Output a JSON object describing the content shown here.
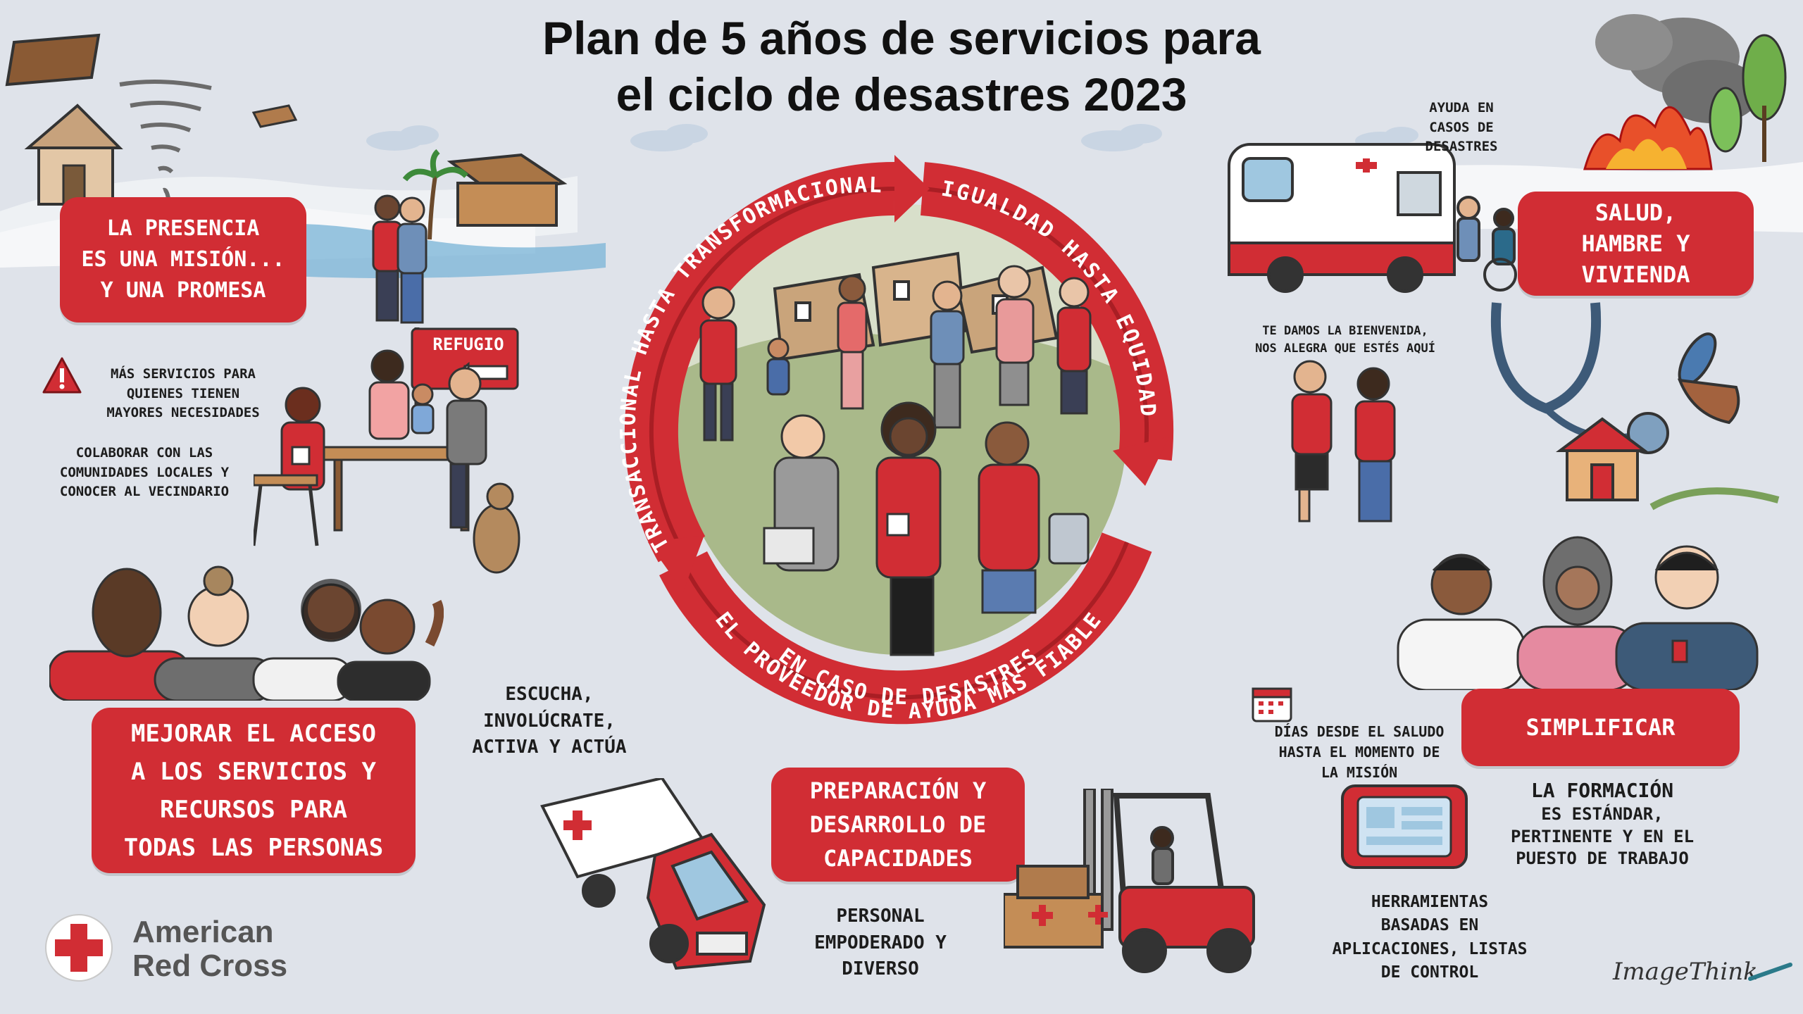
{
  "title": {
    "line1": "Plan de 5 años de servicios para",
    "line2": "el ciclo de desastres 2023"
  },
  "ring": {
    "left": "TRANSACCIONAL HASTA TRANSFORMACIONAL",
    "right": "IGUALDAD HASTA EQUIDAD",
    "bottom_line1": "EL PROVEEDOR DE AYUDA MÁS FIABLE",
    "bottom_line2": "EN CASO DE DESASTRES"
  },
  "boxes": {
    "presence": [
      "LA PRESENCIA",
      "ES UNA MISIÓN...",
      "Y UNA PROMESA"
    ],
    "access": [
      "MEJORAR EL ACCESO",
      "A LOS SERVICIOS Y",
      "RECURSOS PARA",
      "TODAS LAS PERSONAS"
    ],
    "preparation": [
      "PREPARACIÓN Y",
      "DESARROLLO DE",
      "CAPACIDADES"
    ],
    "health": [
      "SALUD,",
      "HAMBRE Y",
      "VIVIENDA"
    ],
    "simplify": [
      "SIMPLIFICAR"
    ]
  },
  "notes": {
    "more_services": [
      "MÁS SERVICIOS PARA",
      "QUIENES TIENEN",
      "MAYORES NECESIDADES"
    ],
    "collaborate": [
      "COLABORAR CON LAS",
      "COMUNIDADES LOCALES Y",
      "CONOCER AL VECINDARIO"
    ],
    "listen": [
      "ESCUCHA,",
      "INVOLÚCRATE,",
      "ACTIVA Y ACTÚA"
    ],
    "staff": [
      "PERSONAL",
      "EMPODERADO Y",
      "DIVERSO"
    ],
    "disaster_help": [
      "AYUDA EN",
      "CASOS DE",
      "DESASTRES"
    ],
    "welcome": [
      "TE DAMOS LA BIENVENIDA,",
      "NOS ALEGRA QUE ESTÉS AQUÍ"
    ],
    "days": [
      "DÍAS DESDE EL SALUDO",
      "HASTA EL MOMENTO DE",
      "LA MISIÓN"
    ],
    "training": [
      "LA FORMACIÓN",
      "ES ESTÁNDAR,",
      "PERTINENTE Y EN EL",
      "PUESTO DE TRABAJO"
    ],
    "tools": [
      "HERRAMIENTAS",
      "BASADAS EN",
      "APLICACIONES, LISTAS",
      "DE CONTROL"
    ]
  },
  "sign": {
    "refugio": "REFUGIO"
  },
  "logo": {
    "line1": "American",
    "line2": "Red Cross"
  },
  "signature": "ImageThink",
  "colors": {
    "red": "#d12d34",
    "dark_red": "#a91e24",
    "background": "#dfe3ea",
    "grass": "#a9b98a"
  }
}
